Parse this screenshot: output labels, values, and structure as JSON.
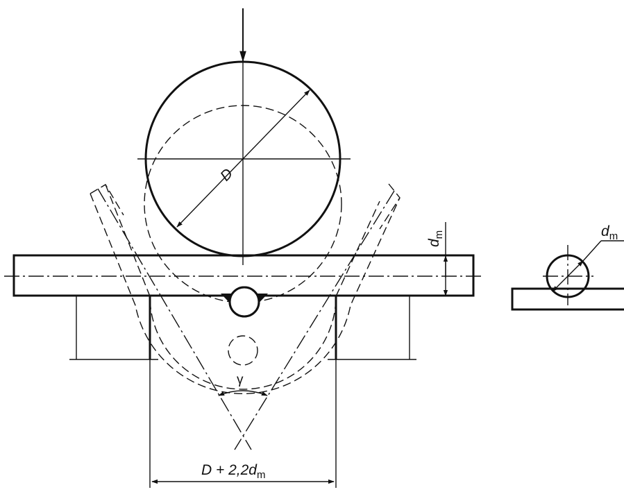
{
  "labels": {
    "mandrel_diameter": "D",
    "angle": "γ",
    "gap_main": "D + 2,2",
    "gap_d": "d",
    "gap_sub": "m",
    "thickness_d": "d",
    "thickness_sub": "m",
    "detail_d": "d",
    "detail_sub": "m"
  }
}
